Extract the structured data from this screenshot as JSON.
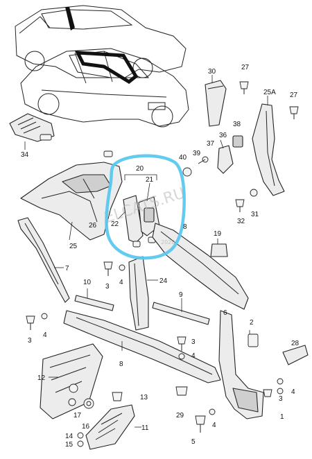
{
  "watermark": {
    "site": "ELCATS.RU",
    "year": "2020"
  },
  "labels": {
    "p1": "1",
    "p2": "2",
    "p3": "3",
    "p4": "4",
    "p5": "5",
    "p6": "6",
    "p7": "7",
    "p8": "8",
    "p9": "9",
    "p10": "10",
    "p11": "11",
    "p12": "12",
    "p13": "13",
    "p14": "14",
    "p15": "15",
    "p16": "16",
    "p17": "17",
    "p19": "19",
    "p20": "20",
    "p21": "21",
    "p22": "22",
    "p24": "24",
    "p25": "25",
    "p25a": "25A",
    "p26": "26",
    "p27": "27",
    "p28": "28",
    "p29": "29",
    "p30": "30",
    "p31": "31",
    "p32": "32",
    "p34": "34",
    "p36": "36",
    "p37": "37",
    "p38": "38",
    "p39": "39",
    "p40": "40"
  },
  "highlight": {
    "color": "#5bc8ee",
    "target": "20"
  }
}
